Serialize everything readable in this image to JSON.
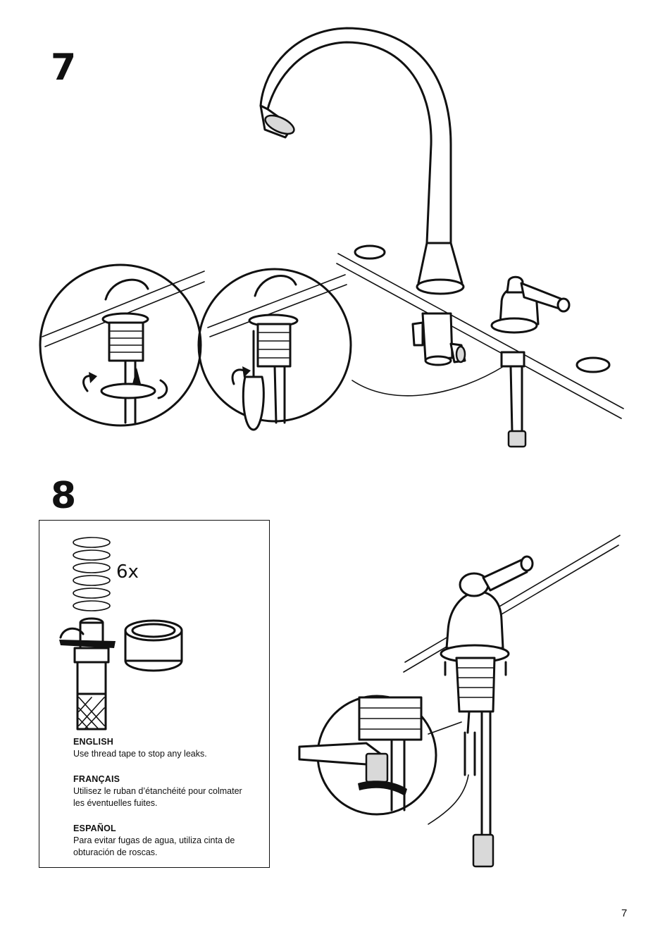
{
  "steps": {
    "step7": {
      "number": "7"
    },
    "step8": {
      "number": "8"
    }
  },
  "tape_instruction": {
    "wrap_count": "6x",
    "languages": [
      {
        "heading": "ENGLISH",
        "text": "Use thread tape to stop any leaks."
      },
      {
        "heading": "FRANÇAIS",
        "text": "Utilisez le ruban d’étanchéité pour colmater les éventuelles fuites."
      },
      {
        "heading": "ESPAÑOL",
        "text": "Para evitar fugas de agua, utiliza cinta de obturación de roscas."
      }
    ]
  },
  "footer": {
    "page_number": "7"
  }
}
